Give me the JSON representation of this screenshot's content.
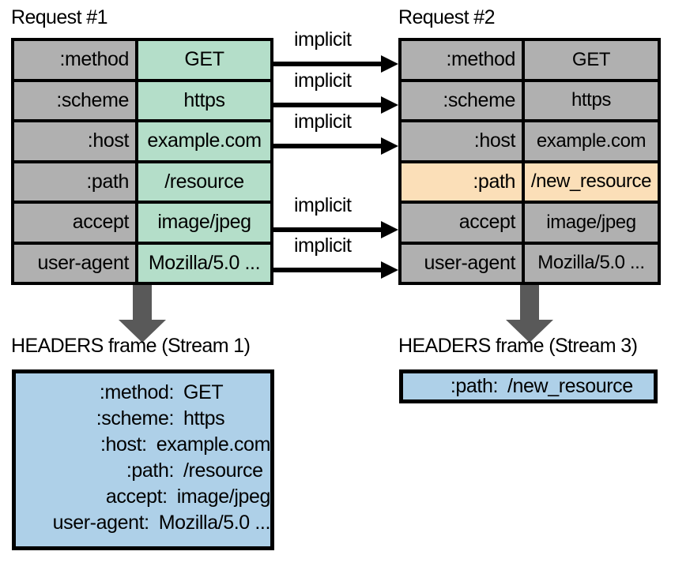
{
  "diagram": {
    "title_request_1": "Request #1",
    "title_request_2": "Request #2",
    "implicit_label": "implicit",
    "frame_caption_left": "HEADERS frame (Stream 1)",
    "frame_caption_right": "HEADERS frame (Stream 3)"
  },
  "colors": {
    "header_name_cell": "#b0b0b0",
    "value_cell_request1": "#b4dec9",
    "changed_cell": "#fbdfb8",
    "frame_background": "#aed0e8",
    "arrow_fill": "#595959",
    "border": "#000000"
  },
  "request1": {
    "rows": [
      {
        "name": ":method",
        "value": "GET"
      },
      {
        "name": ":scheme",
        "value": "https"
      },
      {
        "name": ":host",
        "value": "example.com"
      },
      {
        "name": ":path",
        "value": "/resource"
      },
      {
        "name": "accept",
        "value": "image/jpeg"
      },
      {
        "name": "user-agent",
        "value": "Mozilla/5.0 ..."
      }
    ]
  },
  "request2": {
    "rows": [
      {
        "name": ":method",
        "value": "GET",
        "changed": false
      },
      {
        "name": ":scheme",
        "value": "https",
        "changed": false
      },
      {
        "name": ":host",
        "value": "example.com",
        "changed": false
      },
      {
        "name": ":path",
        "value": "/new_resource",
        "changed": true
      },
      {
        "name": "accept",
        "value": "image/jpeg",
        "changed": false
      },
      {
        "name": "user-agent",
        "value": "Mozilla/5.0 ...",
        "changed": false
      }
    ]
  },
  "implicit_arrows": [
    {
      "label": "implicit",
      "row": 0
    },
    {
      "label": "implicit",
      "row": 1
    },
    {
      "label": "implicit",
      "row": 2
    },
    {
      "label": "implicit",
      "row": 4
    },
    {
      "label": "implicit",
      "row": 5
    }
  ],
  "frame_stream_1": {
    "lines": [
      {
        "key": ":method:",
        "value": "GET"
      },
      {
        "key": ":scheme:",
        "value": "https"
      },
      {
        "key": ":host:",
        "value": "example.com"
      },
      {
        "key": ":path:",
        "value": "/resource"
      },
      {
        "key": "accept:",
        "value": "image/jpeg"
      },
      {
        "key": "user-agent:",
        "value": "Mozilla/5.0 ..."
      }
    ]
  },
  "frame_stream_3": {
    "lines": [
      {
        "key": ":path:",
        "value": "/new_resource"
      }
    ]
  }
}
